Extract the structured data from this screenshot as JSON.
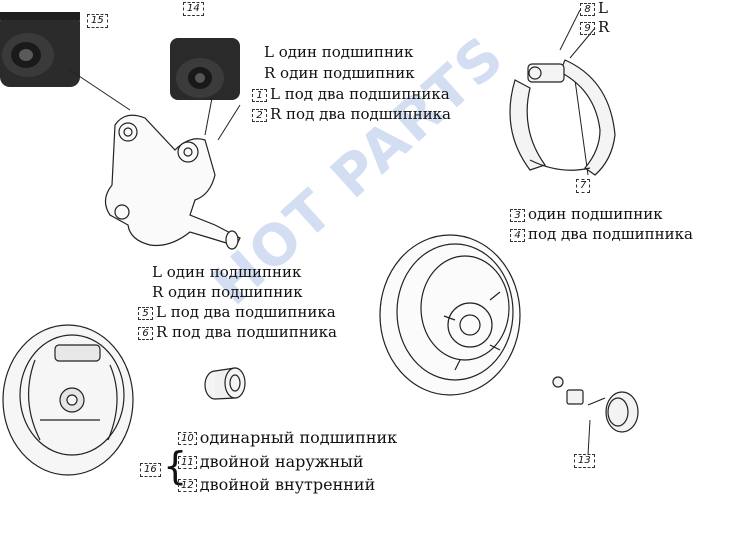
{
  "watermark": "HOT PARTS",
  "callouts": {
    "c1": "1",
    "c2": "2",
    "c3": "3",
    "c4": "4",
    "c5": "5",
    "c6": "6",
    "c7": "7",
    "c8": "8",
    "c9": "9",
    "c10": "10",
    "c11": "11",
    "c12": "12",
    "c13": "13",
    "c14": "14",
    "c15": "15",
    "c16": "16"
  },
  "labels": {
    "knuckle_l_one": "L один подшипник",
    "knuckle_r_one": "R один подшипник",
    "knuckle_l_two": "L под два подшипника",
    "knuckle_r_two": "R под два подшипника",
    "shoe_l": "L",
    "shoe_r": "R",
    "drum_one": "один подшипник",
    "drum_two": "под два подшипника",
    "plate_l_one": "L один подшипник",
    "plate_r_one": "R один подшипник",
    "plate_l_two": "L под два подшипника",
    "plate_r_two": "R под два подшипника",
    "bearing_single": "одинарный подшипник",
    "bearing_outer": "двойной наружный",
    "bearing_inner": "двойной внутренний"
  }
}
